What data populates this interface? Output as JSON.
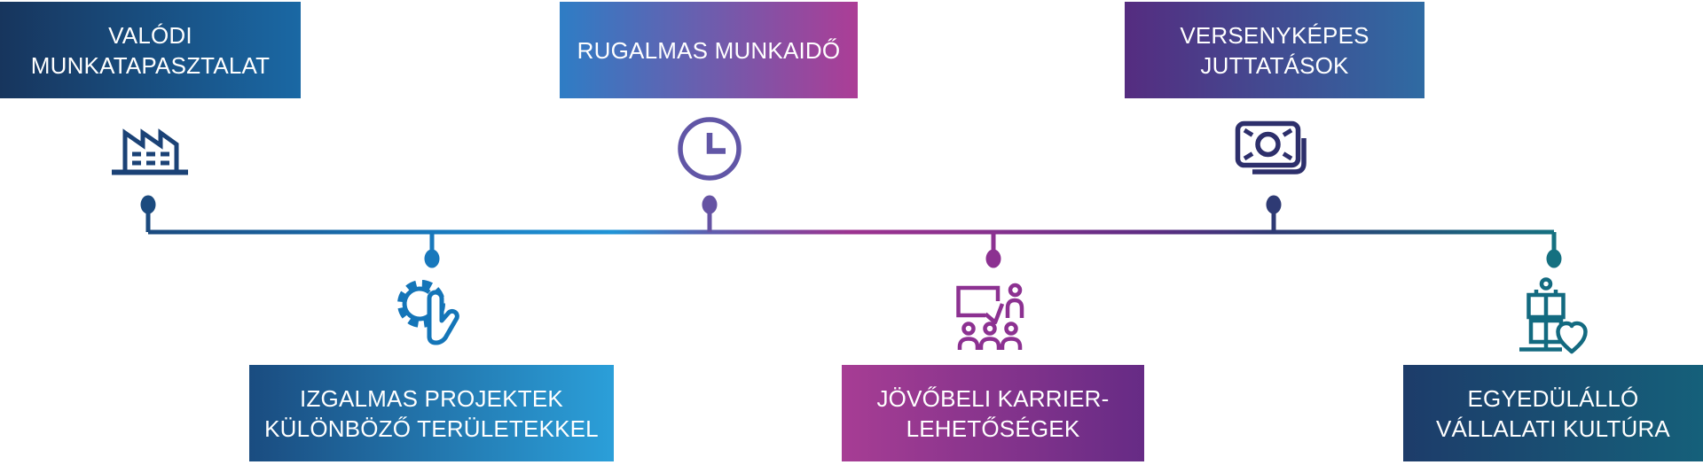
{
  "canvas": {
    "background": "#ffffff"
  },
  "benefits": [
    {
      "id": "real-work-experience",
      "line1": "VALÓDI",
      "line2": "MUNKATAPASZTALAT",
      "icon": "factory-icon",
      "box_gradient_from": "#17355d",
      "box_gradient_to": "#1a68a4",
      "icon_color": "#1b4276",
      "connector_color": "#1b4a7e",
      "row": "top"
    },
    {
      "id": "exciting-projects",
      "line1": "IZGALMAS PROJEKTEK",
      "line2": "KÜLÖNBÖZŐ TERÜLETEKKEL",
      "icon": "gear-hand-icon",
      "box_gradient_from": "#1a4c80",
      "box_gradient_to": "#2b9fd9",
      "icon_color": "#1475b8",
      "connector_color": "#1878bc",
      "row": "bottom"
    },
    {
      "id": "flexible-working-hours",
      "line1": "RUGALMAS MUNKAIDŐ",
      "line2": "",
      "icon": "clock-icon",
      "box_gradient_from": "#2e7dc5",
      "box_gradient_to": "#ac3d96",
      "icon_color": "#6156a6",
      "connector_color": "#6553a3",
      "row": "top"
    },
    {
      "id": "future-career-opportunities",
      "line1": "JÖVŐBELI KARRIER-",
      "line2": "LEHETŐSÉGEK",
      "icon": "presentation-icon",
      "box_gradient_from": "#a73d94",
      "box_gradient_to": "#662b85",
      "icon_color": "#8c3191",
      "connector_color": "#8c3191",
      "row": "bottom"
    },
    {
      "id": "competitive-benefits",
      "line1": "VERSENYKÉPES",
      "line2": "JUTTATÁSOK",
      "icon": "money-icon",
      "box_gradient_from": "#552c80",
      "box_gradient_to": "#2f6ba3",
      "icon_color": "#2d2f6b",
      "connector_color": "#2e3a74",
      "row": "top"
    },
    {
      "id": "unique-company-culture",
      "line1": "EGYEDÜLÁLLÓ",
      "line2": "VÁLLALATI KULTÚRA",
      "icon": "mannequin-heart-icon",
      "box_gradient_from": "#1d3c6a",
      "box_gradient_to": "#15607a",
      "icon_color": "#136a80",
      "connector_color": "#157080",
      "row": "bottom"
    }
  ],
  "timeline": {
    "line_gradient": [
      "#1b4a7e",
      "#1878bc",
      "#2094d6",
      "#5e5eae",
      "#9c3390",
      "#86318e",
      "#5d2d83",
      "#2e3a74",
      "#157080"
    ]
  }
}
